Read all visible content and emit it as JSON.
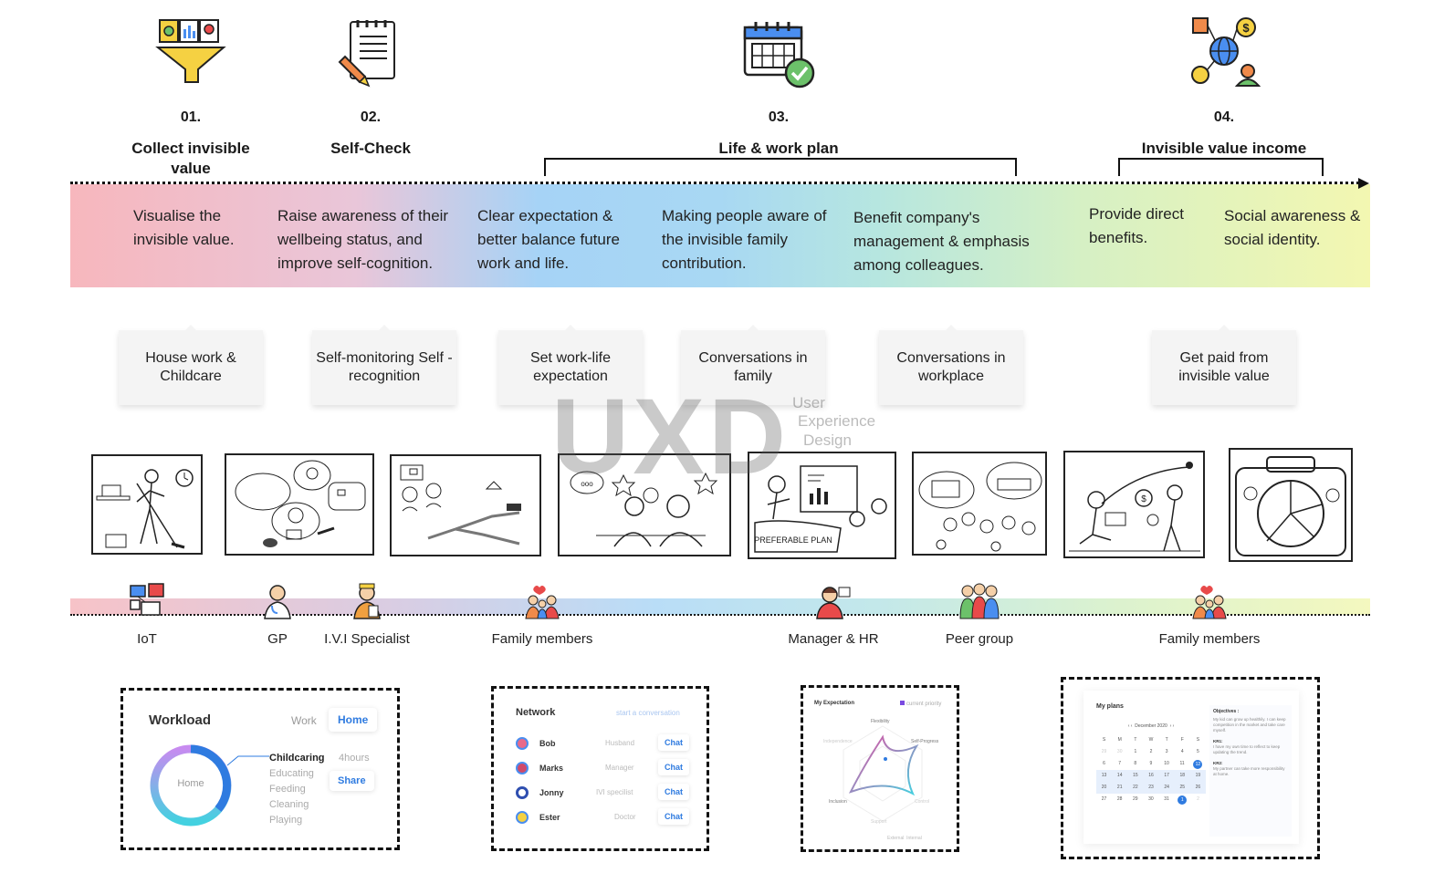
{
  "stages": [
    {
      "num": "01.",
      "title": "Collect invisible value",
      "icon": "funnel-data-icon"
    },
    {
      "num": "02.",
      "title": "Self-Check",
      "icon": "notepad-pencil-icon"
    },
    {
      "num": "03.",
      "title": "Life & work plan",
      "icon": "calendar-check-icon"
    },
    {
      "num": "04.",
      "title": "Invisible value income",
      "icon": "globe-value-network-icon"
    }
  ],
  "band_texts": [
    "Visualise the invisible value.",
    "Raise awareness of their wellbeing status, and improve self-cognition.",
    "Clear expectation & better balance future work and life.",
    "Making people aware of the invisible family contribution.",
    "Benefit company's management & emphasis among colleagues.",
    "Provide direct benefits.",
    "Social awareness & social identity."
  ],
  "cards": [
    "House work & Childcare",
    "Self-monitoring Self -recognition",
    "Set work-life expectation",
    "Conversations in family",
    "Conversations in workplace",
    "Get paid from invisible value"
  ],
  "sketch_labels": {
    "plan": "PREFERABLE PLAN"
  },
  "stakeholders": [
    {
      "label": "IoT",
      "icon": "iot-devices-icon"
    },
    {
      "label": "GP",
      "icon": "doctor-icon"
    },
    {
      "label": "I.V.I Specialist",
      "icon": "specialist-icon"
    },
    {
      "label": "Family members",
      "icon": "family-icon"
    },
    {
      "label": "Manager & HR",
      "icon": "manager-icon"
    },
    {
      "label": "Peer group",
      "icon": "peer-group-icon"
    },
    {
      "label": "Family members",
      "icon": "family-icon"
    }
  ],
  "workload": {
    "title": "Workload",
    "tabs": [
      "Work",
      "Home"
    ],
    "center": "Home",
    "items": [
      "Childcaring",
      "Educating",
      "Feeding",
      "Cleaning",
      "Playing"
    ],
    "hours": "4hours",
    "share": "Share"
  },
  "network": {
    "title": "Network",
    "link": "start a conversation",
    "rows": [
      {
        "name": "Bob",
        "role": "Husband",
        "action": "Chat"
      },
      {
        "name": "Marks",
        "role": "Manager",
        "action": "Chat"
      },
      {
        "name": "Jonny",
        "role": "IVI specilist",
        "action": "Chat"
      },
      {
        "name": "Ester",
        "role": "Doctor",
        "action": "Chat"
      }
    ]
  },
  "expectation": {
    "title": "My Expectation",
    "legend": "current priority",
    "axes": [
      "Flexibility",
      "Self-Progress",
      "Control",
      "Support",
      "Inclusion",
      "Independence"
    ],
    "footer": [
      "External",
      "Internal"
    ]
  },
  "plans": {
    "title": "My plans",
    "month": "December 2020",
    "weekdays": [
      "S",
      "M",
      "T",
      "W",
      "T",
      "F",
      "S"
    ],
    "days": [
      [
        "29",
        "30",
        "1",
        "2",
        "3",
        "4",
        "5"
      ],
      [
        "6",
        "7",
        "8",
        "9",
        "10",
        "11",
        "12"
      ],
      [
        "13",
        "14",
        "15",
        "16",
        "17",
        "18",
        "19"
      ],
      [
        "20",
        "21",
        "22",
        "23",
        "24",
        "25",
        "26"
      ],
      [
        "27",
        "28",
        "29",
        "30",
        "31",
        "1",
        "2"
      ]
    ],
    "objectives_title": "Objectives :",
    "objectives": "My kid can grow up healthily. I can keep competition in the market and take care myself.",
    "kr1_title": "KR1:",
    "kr1": "I have my own time to reflect to keep updating the trend.",
    "kr2_title": "KR2:",
    "kr2": "My partner can take more responsibility at home."
  },
  "watermark": {
    "logo": "UXD",
    "line1": "User",
    "line2": "Experience",
    "line3": "Design"
  },
  "colors": {
    "accent": "#2f7be0",
    "donut_start": "#c78bf0",
    "donut_end": "#43d1e0"
  }
}
